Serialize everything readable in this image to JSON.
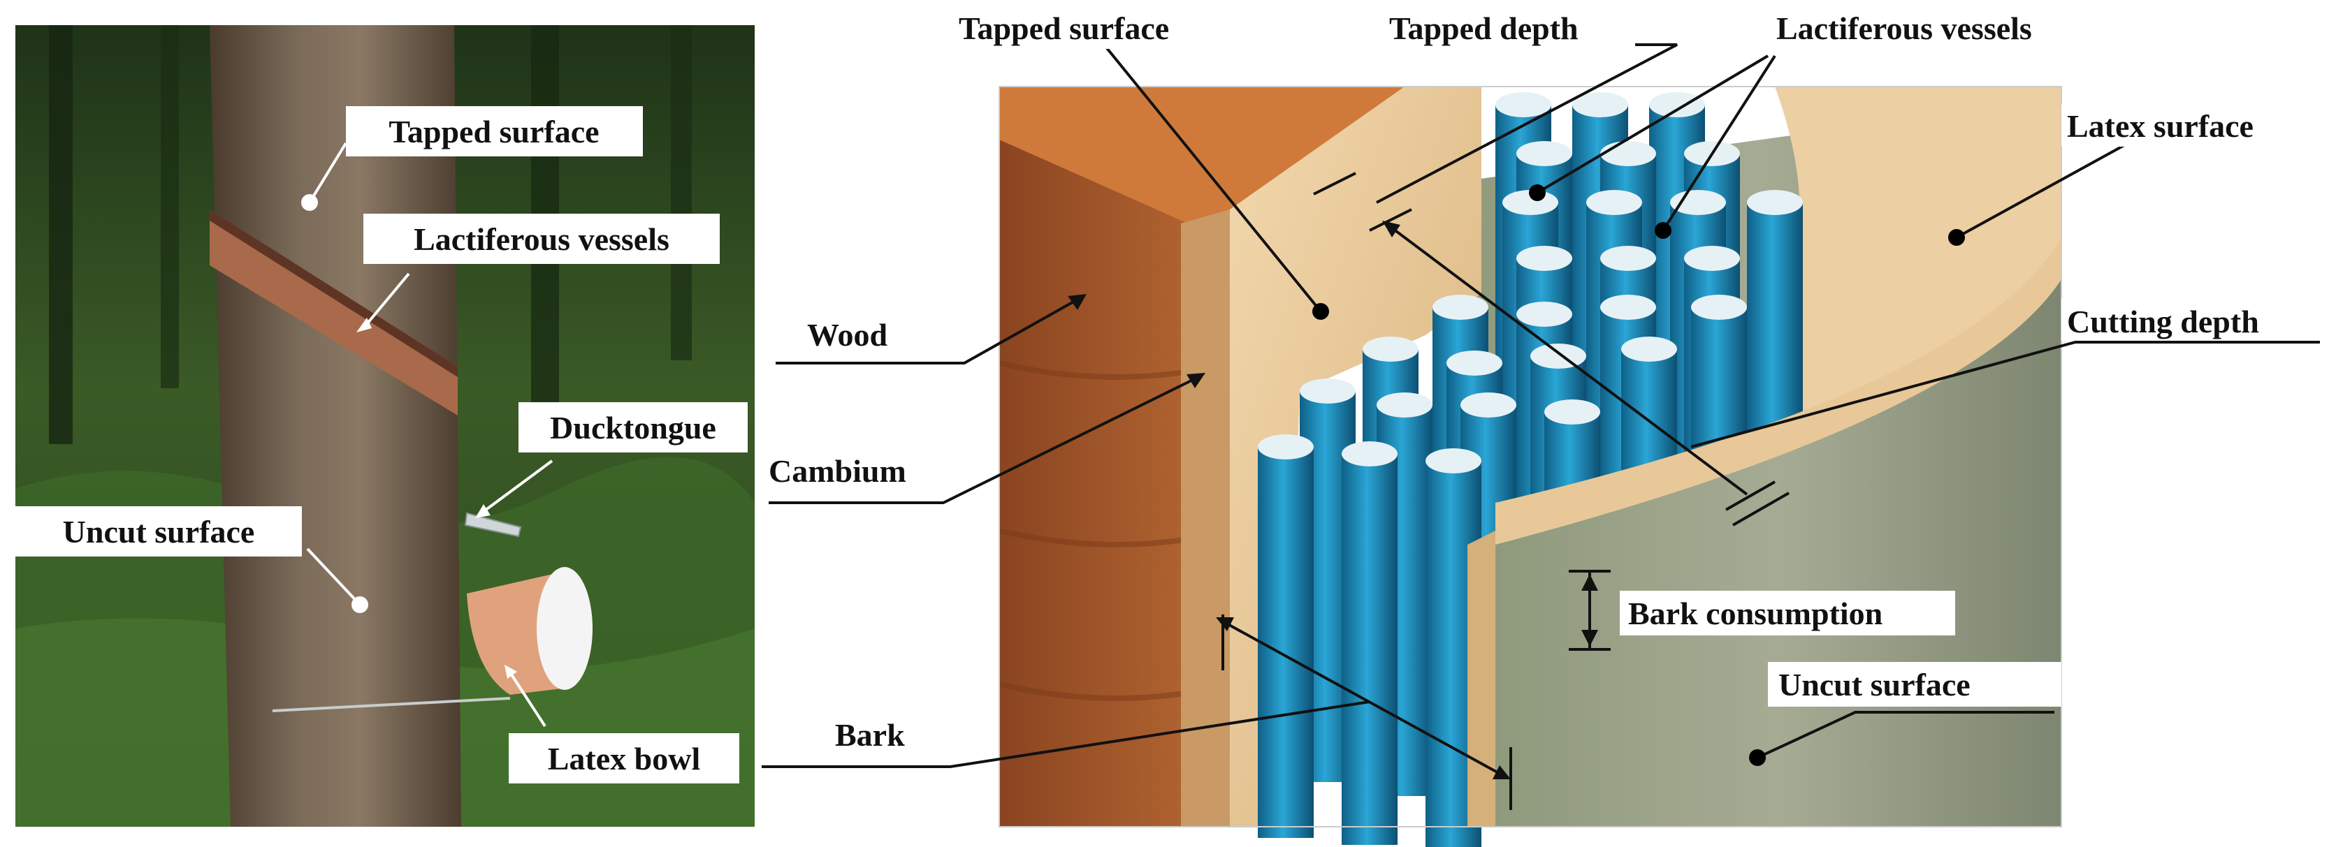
{
  "photo": {
    "labels": {
      "tapped_surface": "Tapped surface",
      "lactiferous_vessels": "Lactiferous vessels",
      "ducktongue": "Ducktongue",
      "uncut_surface": "Uncut surface",
      "latex_bowl": "Latex bowl"
    }
  },
  "diagram": {
    "labels": {
      "tapped_surface": "Tapped surface",
      "tapped_depth": "Tapped depth",
      "lactiferous_vessels": "Lactiferous vessels",
      "latex_surface": "Latex surface",
      "wood": "Wood",
      "cutting_depth": "Cutting depth",
      "cambium": "Cambium",
      "bark_consumption": "Bark consumption",
      "uncut_surface": "Uncut surface",
      "bark": "Bark"
    }
  },
  "colors": {
    "vessel_blue": "#1f8fbf",
    "wood_brown": "#a35a2a",
    "tapped_wood": "#e8c898",
    "forest_green": "#2e4a22"
  }
}
